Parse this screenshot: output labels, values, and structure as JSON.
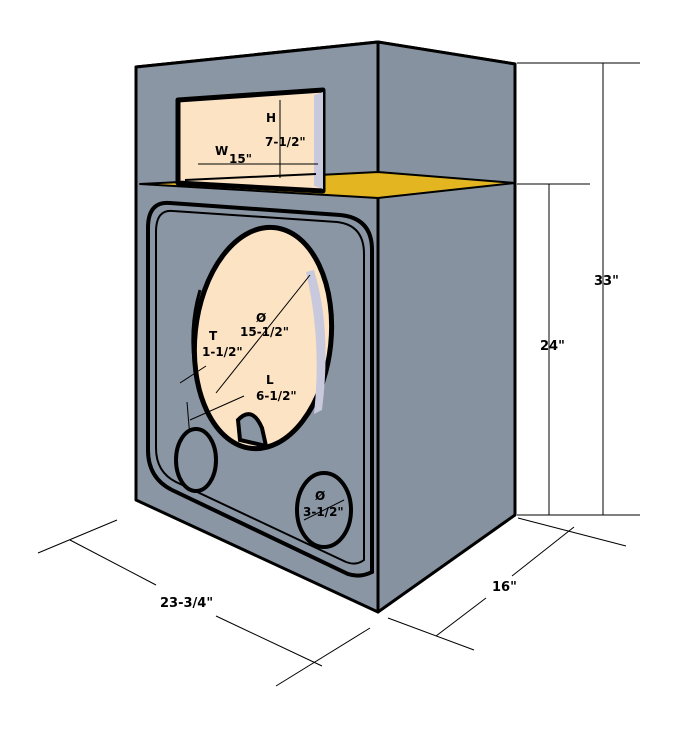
{
  "colors": {
    "cabinet_front": "#8a96a4",
    "cabinet_side": "#8692a0",
    "cabinet_top": "#8c98a6",
    "cutout": "#fbe3c3",
    "shelf": "#e2b521",
    "outline": "#000000",
    "inner_light": "#c9c9dd",
    "background": "#ffffff"
  },
  "labels": {
    "vent_height_letter": "H",
    "vent_height_value": "7-1/2\"",
    "vent_width_letter": "W",
    "vent_width_value": "15\"",
    "driver_diameter_symbol": "Ø",
    "driver_diameter_value": "15-1/2\"",
    "baffle_thickness_letter": "T",
    "baffle_thickness_value": "1-1/2\"",
    "port_length_letter": "L",
    "port_length_value": "6-1/2\"",
    "port_diameter_symbol": "Ø",
    "port_diameter_value": "3-1/2\"",
    "total_height": "33\"",
    "lower_height": "24\"",
    "width": "23-3/4\"",
    "depth": "16\""
  },
  "icons": [
    "speaker-cabinet-illustration"
  ]
}
